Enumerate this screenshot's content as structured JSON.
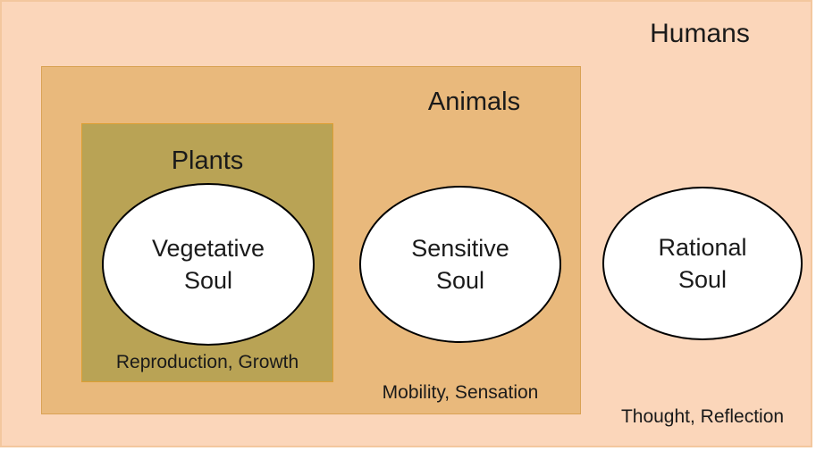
{
  "groups": {
    "humans": {
      "label": "Humans",
      "soul": "Rational\nSoul",
      "caption": "Thought, Reflection"
    },
    "animals": {
      "label": "Animals",
      "soul": "Sensitive\nSoul",
      "caption": "Mobility, Sensation"
    },
    "plants": {
      "label": "Plants",
      "soul": "Vegetative\nSoul",
      "caption": "Reproduction, Growth"
    }
  },
  "colors": {
    "humans_fill": "#fbd6ba",
    "humans_border": "#f3c79e",
    "animals_fill": "#e9b97c",
    "animals_border": "#d9a254",
    "plants_fill": "#b9a355",
    "plants_border": "#dd9f33",
    "ellipse_fill": "#ffffff",
    "ellipse_border": "#000000",
    "text": "#1a1a1a"
  }
}
